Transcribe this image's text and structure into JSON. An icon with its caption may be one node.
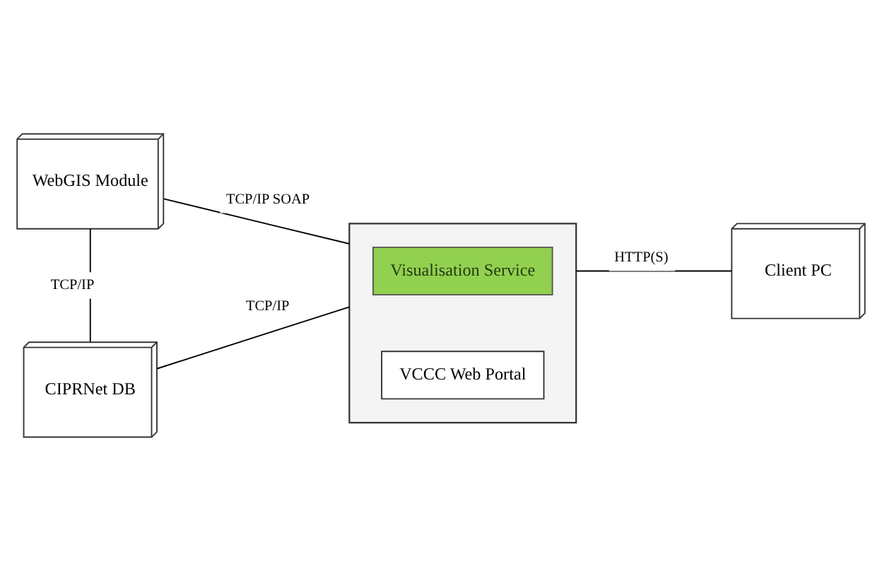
{
  "diagram": {
    "nodes": [
      {
        "text": [
          "WebGIS Module"
        ]
      },
      {
        "text": [],
        "shape": "box"
      },
      {
        "text": [
          "Visualisation Service"
        ],
        "in": 1
      },
      {
        "text": [
          "VCCC Web Portal"
        ],
        "in": 1
      },
      {
        "text": [
          "Client PC"
        ]
      },
      {
        "text": [
          "CIPRNet DB"
        ]
      }
    ],
    "edges": [
      {
        "from": 0,
        "to": 5,
        "arrow": "none",
        "label": "TCP/IP"
      },
      {
        "from": 0,
        "to": 1,
        "arrow": "none",
        "label": "TCP/IP SOAP"
      },
      {
        "from": 5,
        "to": 1,
        "arrow": "none",
        "label": "TCP/IP"
      },
      {
        "from": 1,
        "to": 4,
        "arrow": "none",
        "label": "HTTP(S)"
      }
    ]
  }
}
